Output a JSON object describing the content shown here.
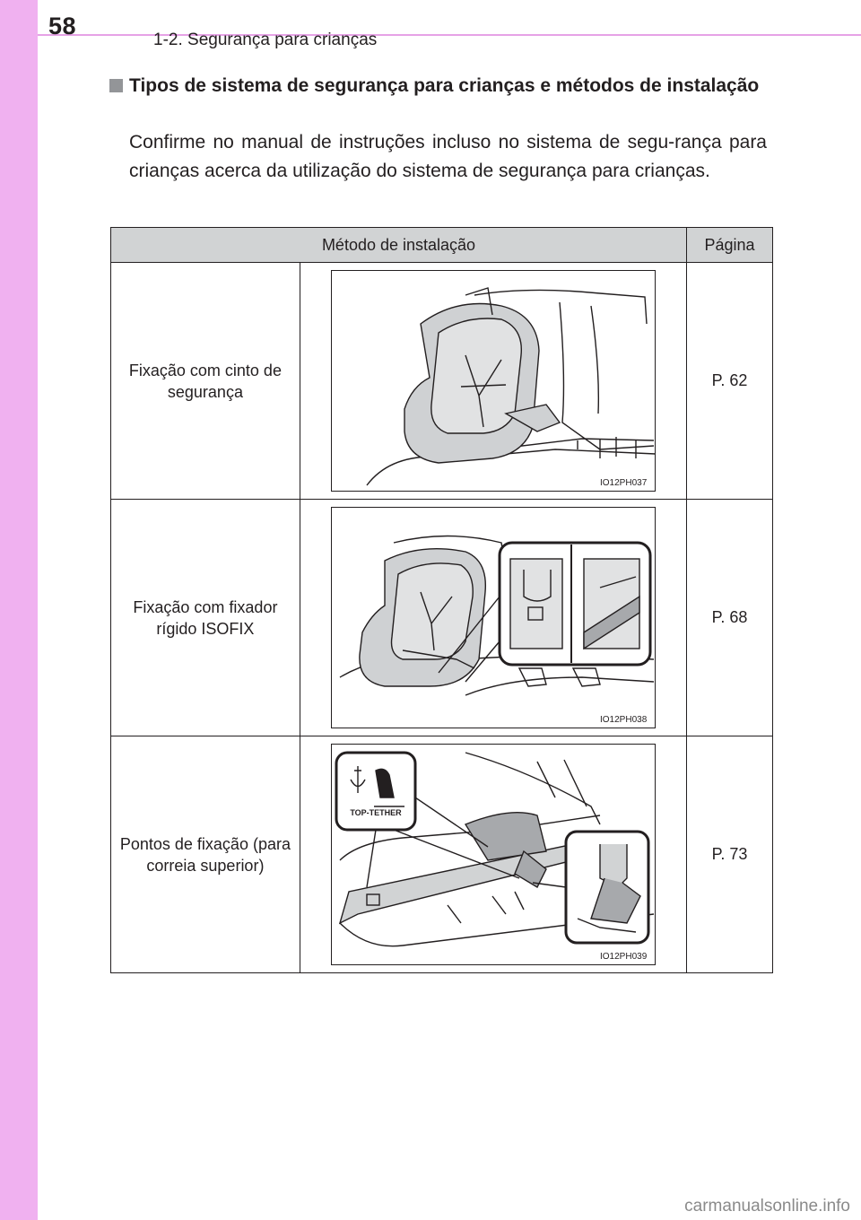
{
  "header": {
    "page_number": "58",
    "section": "1-2. Segurança para crianças"
  },
  "content": {
    "heading": "Tipos de sistema de segurança para crianças e métodos de instalação",
    "paragraph": "Confirme no manual de instruções incluso no sistema de segu-rança para crianças acerca da utilização do sistema de segurança para crianças."
  },
  "table": {
    "headers": [
      "Método de instalação",
      "Página"
    ],
    "rows": [
      {
        "method": "Fixação com cinto de segurança",
        "figure_code": "IO12PH037",
        "page": "P. 62"
      },
      {
        "method": "Fixação com fixador rígido ISOFIX",
        "figure_code": "IO12PH038",
        "page": "P. 68"
      },
      {
        "method": "Pontos de fixação (para correia superior)",
        "figure_code": "IO12PH039",
        "page": "P. 73",
        "badge_label": "TOP-TETHER"
      }
    ]
  },
  "footer": {
    "watermark": "carmanualsonline.info"
  }
}
